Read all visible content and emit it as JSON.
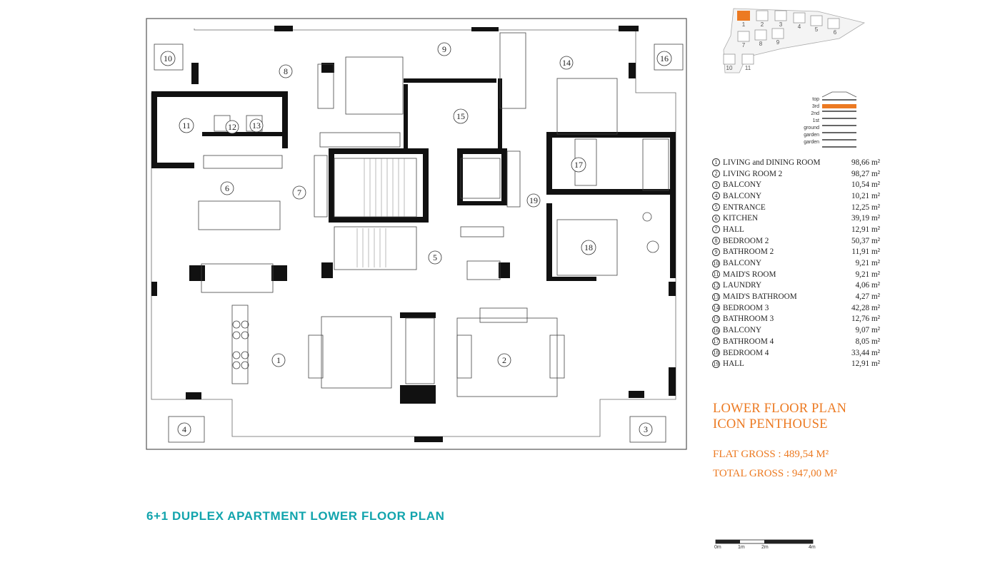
{
  "room_numbers": [
    "1",
    "2",
    "3",
    "4",
    "5",
    "6",
    "7",
    "8",
    "9",
    "10",
    "11",
    "12",
    "13",
    "14",
    "15",
    "16",
    "17",
    "18",
    "19"
  ],
  "legend": [
    {
      "no": "1",
      "name": "LIVING and DINING ROOM",
      "area": "98,66 m²"
    },
    {
      "no": "2",
      "name": "LIVING ROOM 2",
      "area": "98,27 m²"
    },
    {
      "no": "3",
      "name": "BALCONY",
      "area": "10,54 m²"
    },
    {
      "no": "4",
      "name": "BALCONY",
      "area": "10,21 m²"
    },
    {
      "no": "5",
      "name": "ENTRANCE",
      "area": "12,25 m²"
    },
    {
      "no": "6",
      "name": "KITCHEN",
      "area": "39,19 m²"
    },
    {
      "no": "7",
      "name": "HALL",
      "area": "12,91 m²"
    },
    {
      "no": "8",
      "name": "BEDROOM 2",
      "area": "50,37 m²"
    },
    {
      "no": "9",
      "name": "BATHROOM 2",
      "area": "11,91 m²"
    },
    {
      "no": "10",
      "name": "BALCONY",
      "area": "9,21 m²"
    },
    {
      "no": "11",
      "name": "MAID'S ROOM",
      "area": "9,21 m²"
    },
    {
      "no": "12",
      "name": "LAUNDRY",
      "area": "4,06 m²"
    },
    {
      "no": "13",
      "name": "MAID'S BATHROOM",
      "area": "4,27 m²"
    },
    {
      "no": "14",
      "name": "BEDROOM 3",
      "area": "42,28 m²"
    },
    {
      "no": "15",
      "name": "BATHROOM 3",
      "area": "12,76 m²"
    },
    {
      "no": "16",
      "name": "BALCONY",
      "area": "9,07 m²"
    },
    {
      "no": "17",
      "name": "BATHROOM 4",
      "area": "8,05 m²"
    },
    {
      "no": "18",
      "name": "BEDROOM 4",
      "area": "33,44 m²"
    },
    {
      "no": "19",
      "name": "HALL",
      "area": "12,91 m²"
    }
  ],
  "title_line1": "LOWER FLOOR PLAN",
  "title_line2": "ICON PENTHOUSE",
  "flat_gross": "FLAT GROSS : 489,54 M²",
  "total_gross": "TOTAL GROSS : 947,00 M²",
  "heading": "6+1 DUPLEX APARTMENT LOWER FLOOR PLAN",
  "levels": [
    "top",
    "3rd",
    "2nd",
    "1st",
    "ground",
    "garden",
    "garden"
  ],
  "levels_highlight_color": "#ec7a22",
  "scale_labels": [
    "0m",
    "1m",
    "2m",
    "4m"
  ],
  "site_units": [
    "1",
    "2",
    "3",
    "4",
    "5",
    "6",
    "7",
    "8",
    "9",
    "10",
    "11"
  ],
  "accent_orange": "#ec7a22",
  "accent_teal": "#12a4ad"
}
